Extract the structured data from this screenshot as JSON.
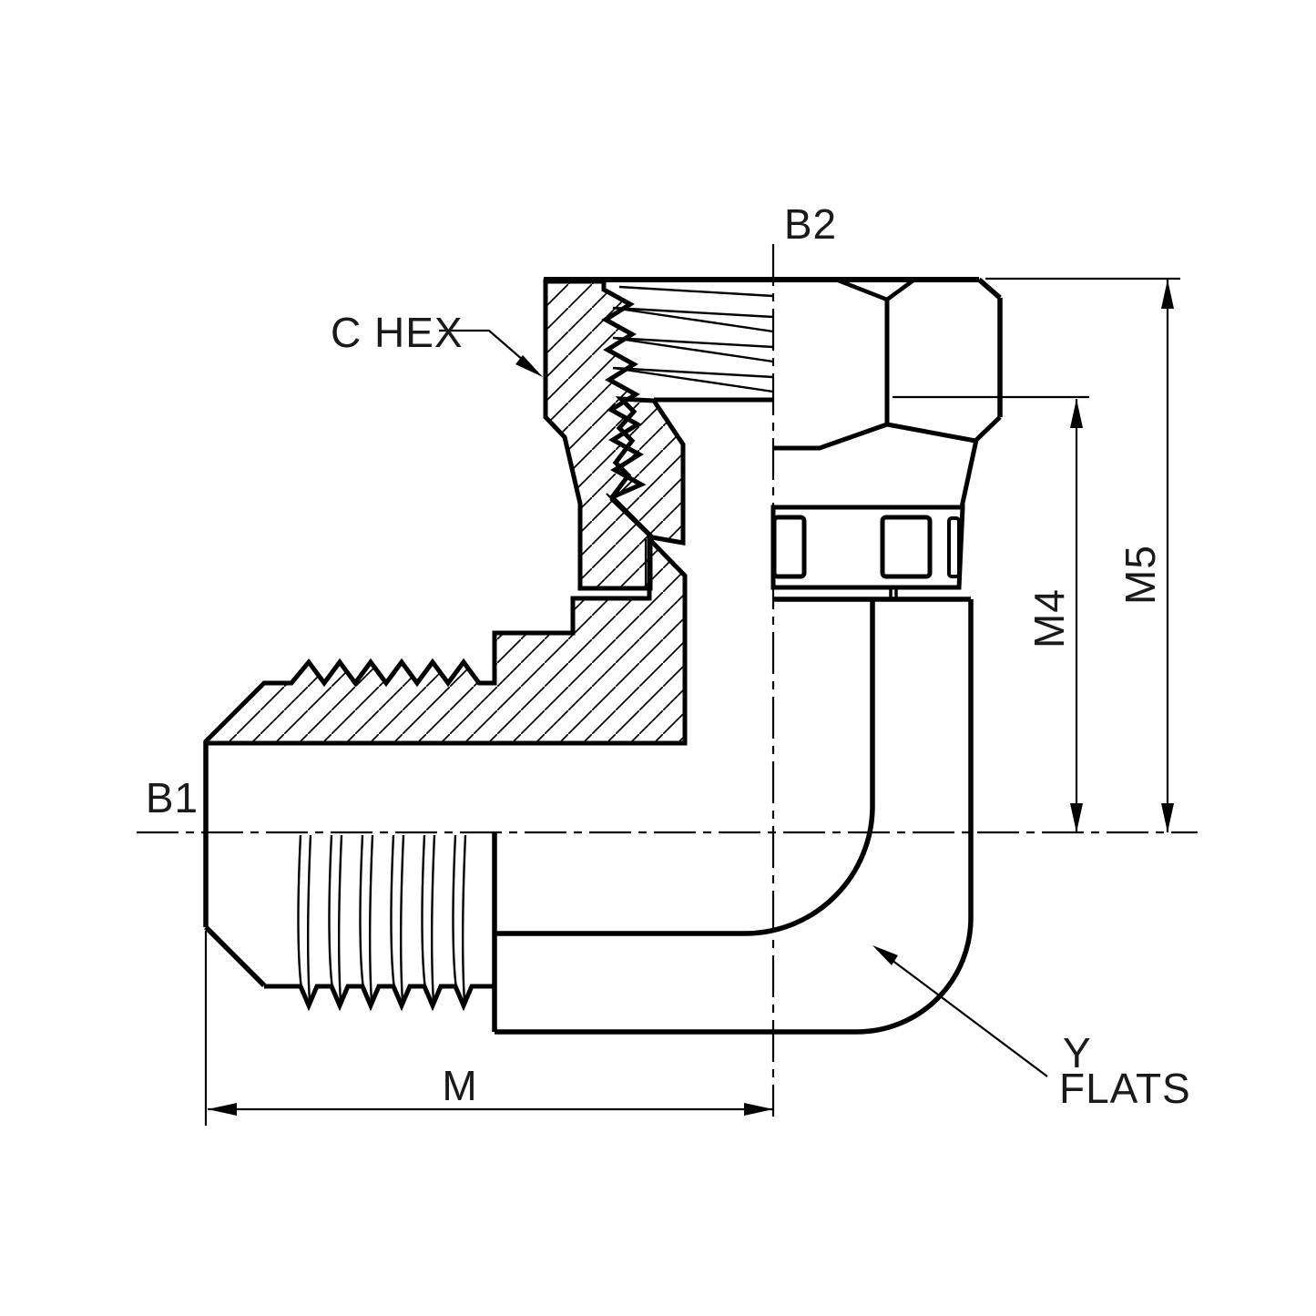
{
  "drawing": {
    "type": "technical-section-drawing",
    "labels": {
      "b1": "B1",
      "b2": "B2",
      "c_hex": "C HEX",
      "m": "M",
      "m4": "M4",
      "m5": "M5",
      "y": "Y",
      "flats": "FLATS"
    },
    "colors": {
      "line": "#000000",
      "background": "#ffffff"
    }
  }
}
